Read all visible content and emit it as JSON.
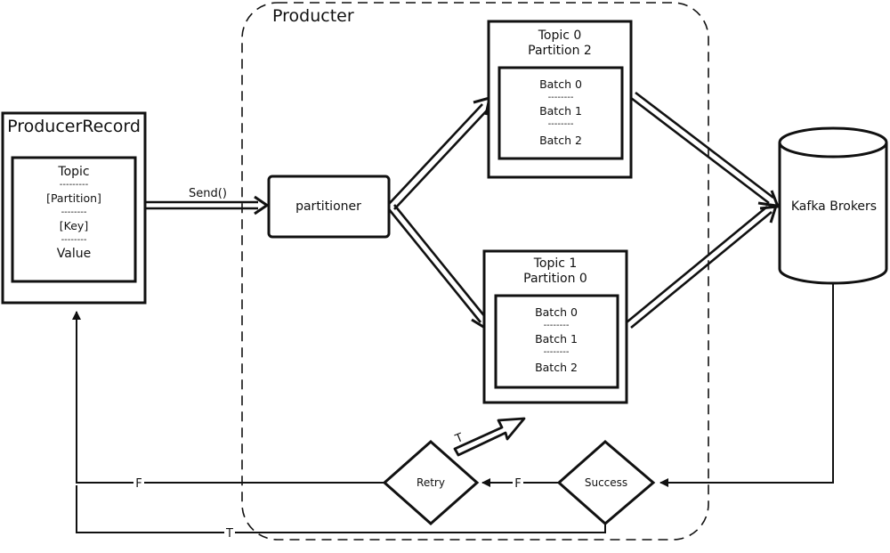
{
  "colors": {
    "ink": "#111111",
    "background": "#ffffff"
  },
  "producer": {
    "title": "Producter"
  },
  "record": {
    "title": "ProducerRecord",
    "fields": [
      "Topic",
      "---------",
      "[Partition]",
      "--------",
      "[Key]",
      "--------",
      "Value"
    ]
  },
  "send_label": "Send()",
  "partitioner_label": "partitioner",
  "topic0": {
    "line1": "Topic 0",
    "line2": "Partition 2",
    "batches": [
      "Batch 0",
      "--------",
      "Batch 1",
      "--------",
      "Batch 2"
    ]
  },
  "topic1": {
    "line1": "Topic 1",
    "line2": "Partition 0",
    "batches": [
      "Batch 0",
      "--------",
      "Batch 1",
      "--------",
      "Batch 2"
    ]
  },
  "brokers_label": "Kafka Brokers",
  "success_label": "Success",
  "retry_label": "Retry",
  "edge_labels": {
    "success_to_retry": "F",
    "retry_to_record": "F",
    "retry_to_topic": "T",
    "success_to_record": "T"
  }
}
